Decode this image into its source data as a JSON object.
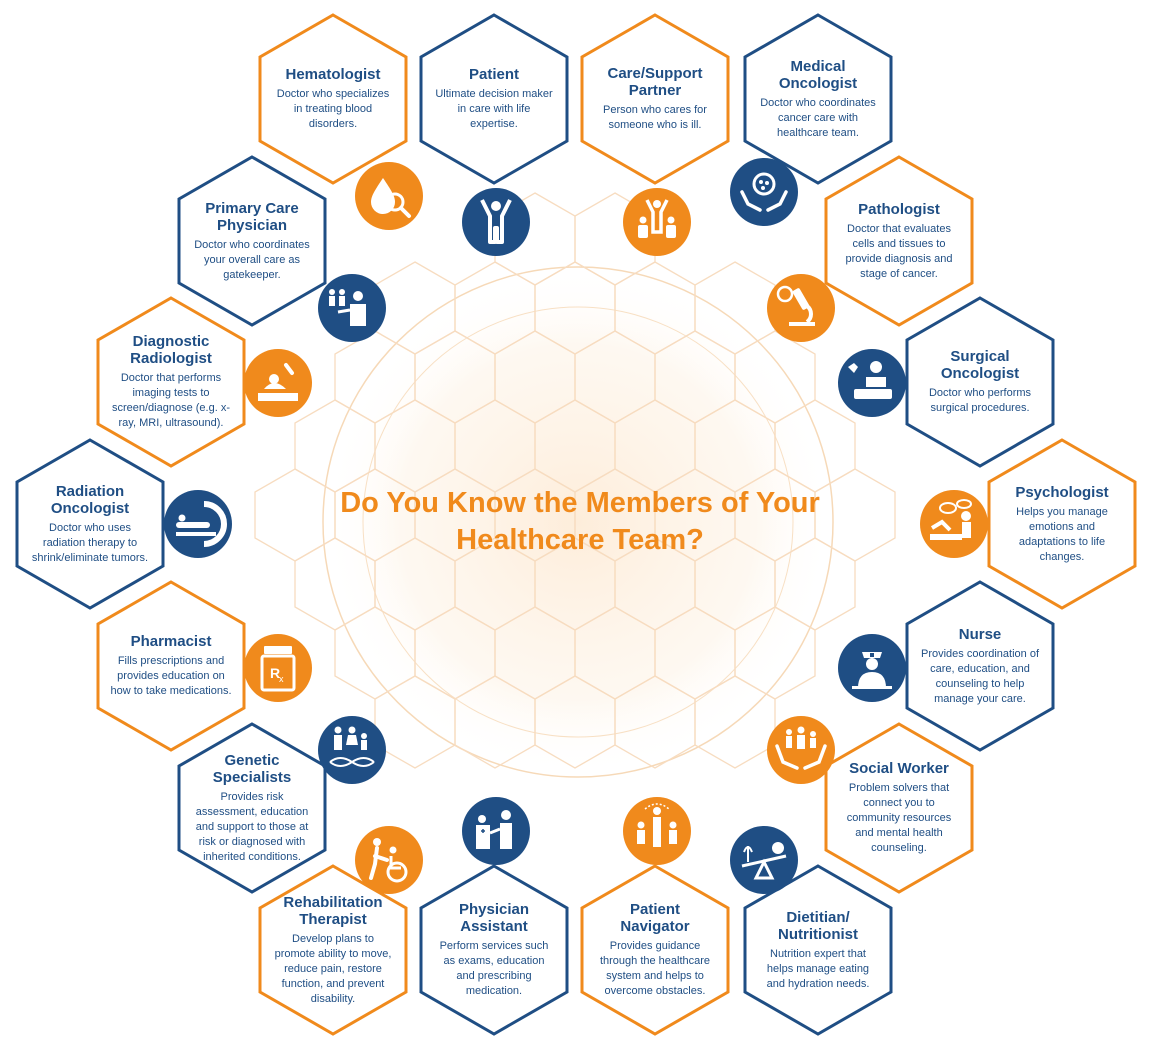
{
  "title": "Do You Know the Members of Your Healthcare Team?",
  "colors": {
    "orange": "#f08a1c",
    "blue": "#1f4e84"
  },
  "members": [
    {
      "key": "hematologist",
      "title": "Hematologist",
      "desc": "Doctor who specializes in treating blood disorders.",
      "color": "orange",
      "icon": "blood-drop-magnifier-icon"
    },
    {
      "key": "patient",
      "title": "Patient",
      "desc": "Ultimate decision maker in care with life expertise.",
      "color": "blue",
      "icon": "person-raised-arms-icon"
    },
    {
      "key": "care-partner",
      "title": "Care/Support Partner",
      "desc": "Person who cares for someone who is ill.",
      "color": "orange",
      "icon": "supporting-people-icon"
    },
    {
      "key": "medical-oncologist",
      "title": "Medical Oncologist",
      "desc": "Doctor who coordinates cancer care with healthcare team.",
      "color": "blue",
      "icon": "hands-cell-icon"
    },
    {
      "key": "primary-care",
      "title": "Primary Care Physician",
      "desc": "Doctor who coordinates your overall care as gatekeeper.",
      "color": "blue",
      "icon": "doctor-family-icon"
    },
    {
      "key": "pathologist",
      "title": "Pathologist",
      "desc": "Doctor that evaluates cells and tissues to provide diagnosis and stage of cancer.",
      "color": "orange",
      "icon": "microscope-icon"
    },
    {
      "key": "diagnostic-radiologist",
      "title": "Diagnostic Radiologist",
      "desc": "Doctor that performs imaging tests to screen/diagnose (e.g. x-ray, MRI, ultrasound).",
      "color": "orange",
      "icon": "xray-icon"
    },
    {
      "key": "surgical-oncologist",
      "title": "Surgical Oncologist",
      "desc": "Doctor who performs surgical procedures.",
      "color": "blue",
      "icon": "surgeon-icon"
    },
    {
      "key": "radiation-oncologist",
      "title": "Radiation Oncologist",
      "desc": "Doctor who uses radiation therapy to shrink/eliminate tumors.",
      "color": "blue",
      "icon": "radiation-scanner-icon"
    },
    {
      "key": "psychologist",
      "title": "Psychologist",
      "desc": "Helps you manage emotions and adaptations to life changes.",
      "color": "orange",
      "icon": "therapy-couch-icon"
    },
    {
      "key": "pharmacist",
      "title": "Pharmacist",
      "desc": "Fills prescriptions and provides education on how to take medications.",
      "color": "orange",
      "icon": "prescription-bottle-icon"
    },
    {
      "key": "nurse",
      "title": "Nurse",
      "desc": "Provides coordination of care, education, and counseling to help manage your care.",
      "color": "blue",
      "icon": "nurse-icon"
    },
    {
      "key": "genetic-specialists",
      "title": "Genetic Specialists",
      "desc": "Provides risk assessment, education and support to those at risk or diagnosed with inherited conditions.",
      "color": "blue",
      "icon": "family-dna-icon"
    },
    {
      "key": "social-worker",
      "title": "Social Worker",
      "desc": "Problem solvers that connect you to community resources and mental health counseling.",
      "color": "orange",
      "icon": "hands-family-icon"
    },
    {
      "key": "rehabilitation-therapist",
      "title": "Rehabilitation Therapist",
      "desc": "Develop plans to promote ability to move, reduce pain, restore function, and prevent disability.",
      "color": "orange",
      "icon": "wheelchair-helper-icon"
    },
    {
      "key": "physician-assistant",
      "title": "Physician Assistant",
      "desc": "Perform services such as exams, education and prescribing medication.",
      "color": "blue",
      "icon": "consultation-icon"
    },
    {
      "key": "patient-navigator",
      "title": "Patient Navigator",
      "desc": "Provides guidance through the healthcare system and helps to overcome obstacles.",
      "color": "orange",
      "icon": "guide-people-icon"
    },
    {
      "key": "dietitian",
      "title": "Dietitian/ Nutritionist",
      "desc": "Nutrition expert that helps manage eating and hydration needs.",
      "color": "blue",
      "icon": "balance-scale-apple-icon"
    }
  ]
}
